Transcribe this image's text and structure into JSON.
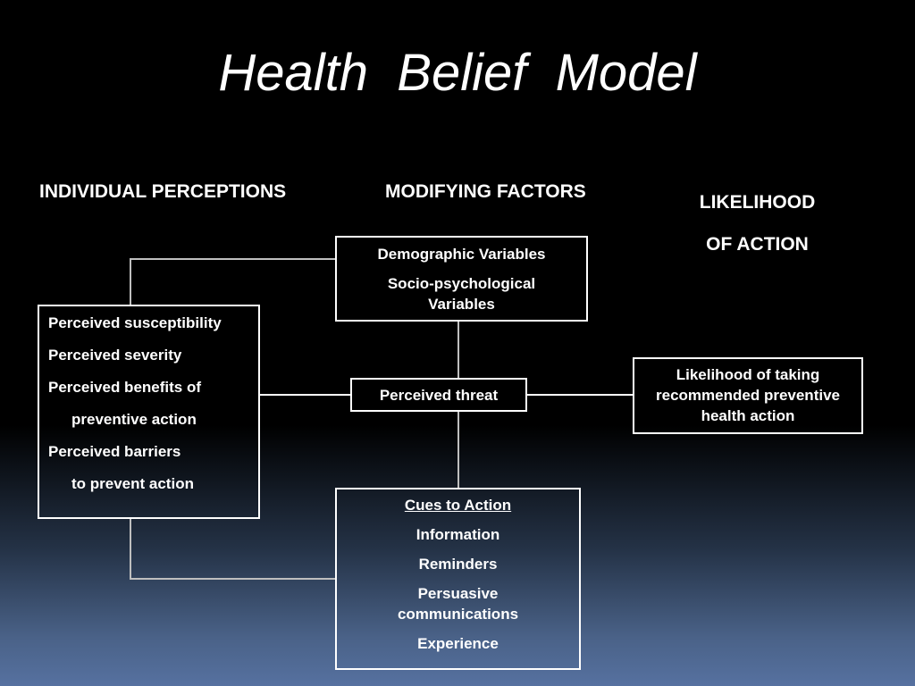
{
  "title": "Health  Belief  Model",
  "columns": {
    "individual": "INDIVIDUAL PERCEPTIONS",
    "modifying": "MODIFYING FACTORS",
    "likelihood": [
      "LIKELIHOOD",
      "OF ACTION"
    ]
  },
  "boxes": {
    "demographic": [
      "Demographic Variables",
      "Socio-psychological Variables"
    ],
    "perceptions": [
      "Perceived susceptibility",
      "Perceived severity",
      "Perceived benefits of",
      "preventive action",
      "Perceived barriers",
      "to prevent action"
    ],
    "threat": "Perceived threat",
    "likelihood_action": "Likelihood of taking recommended preventive health action",
    "cues": {
      "heading": "Cues to Action",
      "items": [
        "Information",
        "Reminders",
        "Persuasive communications",
        "Experience"
      ]
    }
  },
  "colors": {
    "line": "#ffffff",
    "connector": "#bfbfbf"
  }
}
